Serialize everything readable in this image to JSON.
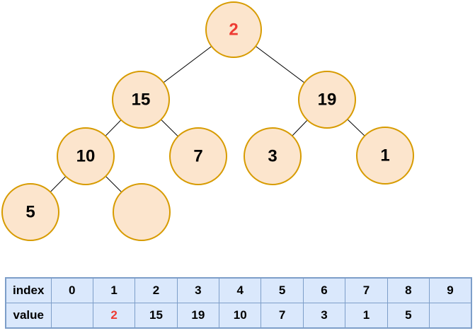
{
  "diagram_title": "binary-heap-tree-with-array-representation",
  "tree": {
    "nodes": [
      {
        "value": "2",
        "highlight": true,
        "parent": null
      },
      {
        "value": "15",
        "highlight": false,
        "parent": "2"
      },
      {
        "value": "19",
        "highlight": false,
        "parent": "2"
      },
      {
        "value": "10",
        "highlight": false,
        "parent": "15"
      },
      {
        "value": "7",
        "highlight": false,
        "parent": "15"
      },
      {
        "value": "3",
        "highlight": false,
        "parent": "19"
      },
      {
        "value": "1",
        "highlight": false,
        "parent": "19"
      },
      {
        "value": "5",
        "highlight": false,
        "parent": "10"
      },
      {
        "value": "",
        "highlight": false,
        "parent": "10"
      }
    ]
  },
  "table": {
    "row_headers": [
      "index",
      "value"
    ],
    "index_row": [
      "0",
      "1",
      "2",
      "3",
      "4",
      "5",
      "6",
      "7",
      "8",
      "9"
    ],
    "value_row": [
      "",
      "2",
      "15",
      "19",
      "10",
      "7",
      "3",
      "1",
      "5",
      ""
    ],
    "highlighted_value_index": 1
  },
  "colors": {
    "node_fill": "#fce5cd",
    "node_stroke": "#d79b00",
    "edge": "#000000",
    "accent_red": "#ee3b33",
    "table_cell_fill": "#dae8fc",
    "table_border": "#7d9ec9",
    "text": "#000000",
    "background": "#ffffff"
  }
}
